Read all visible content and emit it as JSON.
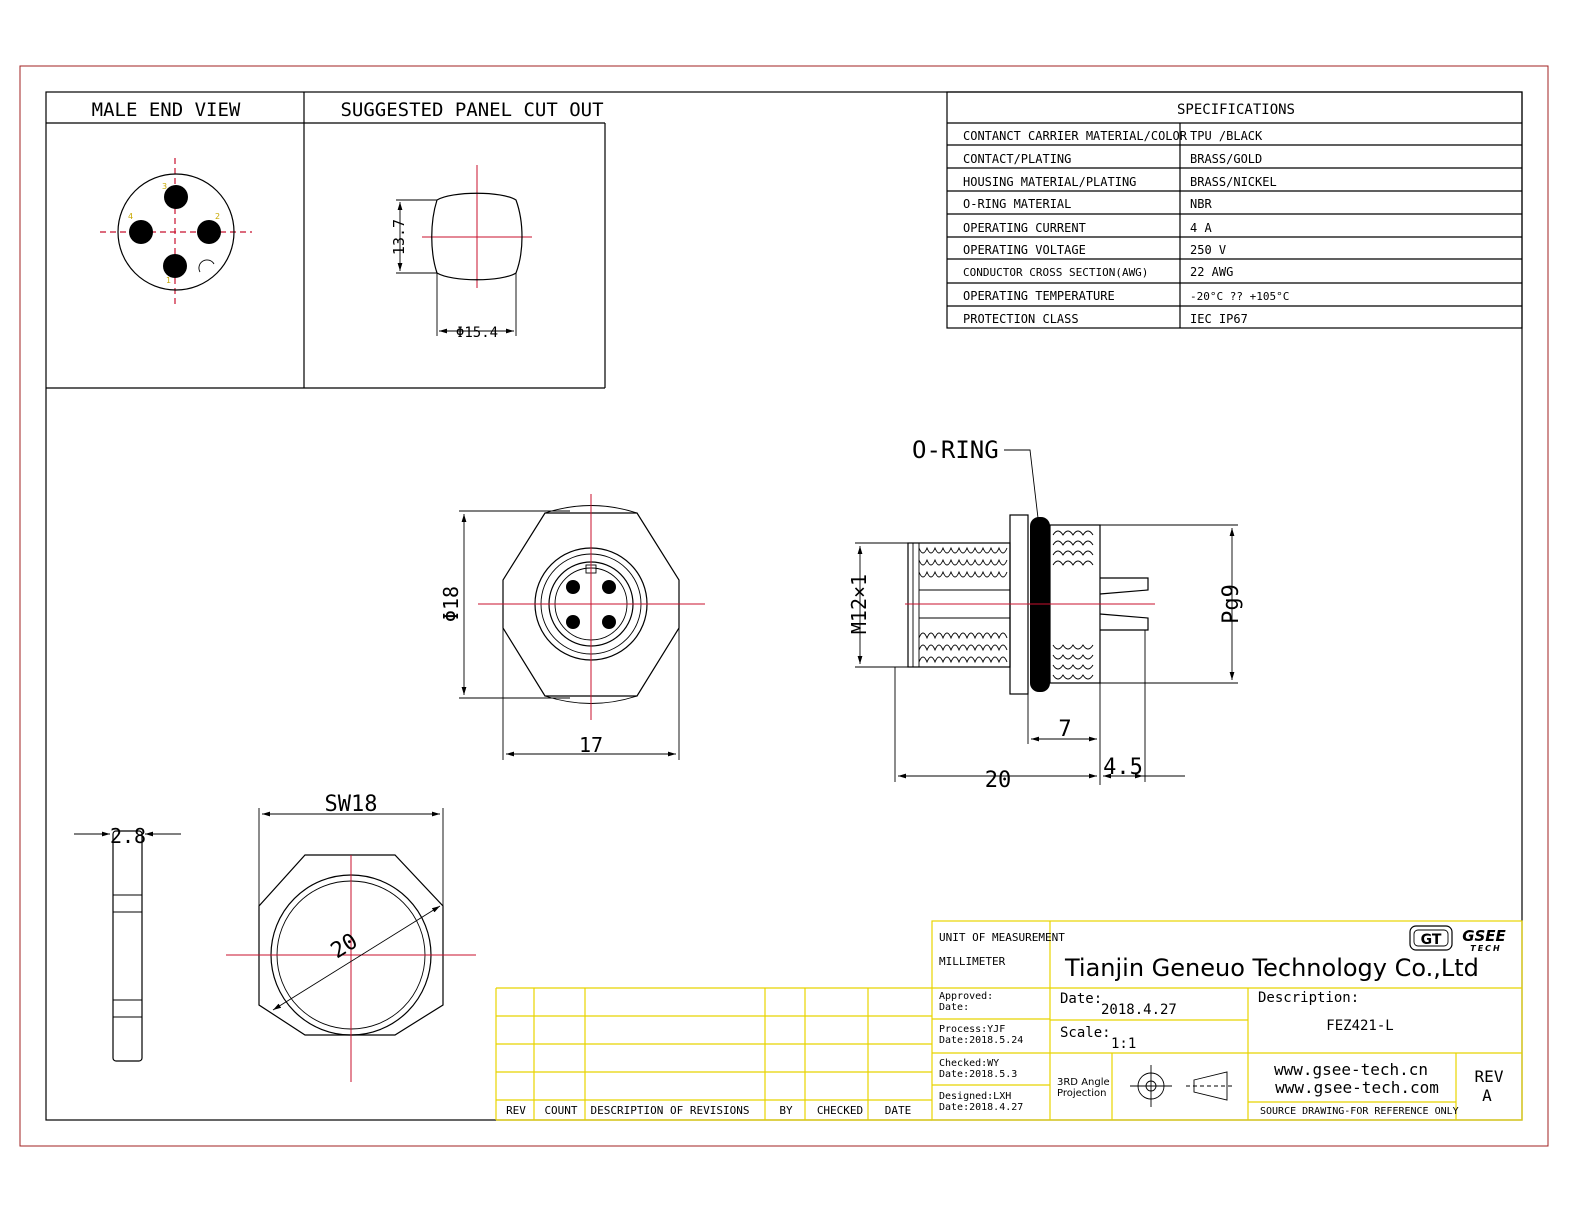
{
  "views": {
    "male_end_view": "MALE END VIEW",
    "panel_cut_out": "SUGGESTED PANEL CUT OUT",
    "panel_height": "13.7",
    "panel_dia": "Φ15.4",
    "pin_numbers": [
      "1",
      "2",
      "3",
      "4"
    ]
  },
  "specifications": {
    "title": "SPECIFICATIONS",
    "rows": [
      {
        "label": "CONTANCT CARRIER MATERIAL/COLOR",
        "value": "TPU /BLACK"
      },
      {
        "label": "CONTACT/PLATING",
        "value": "BRASS/GOLD"
      },
      {
        "label": "HOUSING MATERIAL/PLATING",
        "value": "BRASS/NICKEL"
      },
      {
        "label": "O-RING MATERIAL",
        "value": "NBR"
      },
      {
        "label": "OPERATING CURRENT",
        "value": "4 A"
      },
      {
        "label": "OPERATING VOLTAGE",
        "value": "250 V"
      },
      {
        "label": "CONDUCTOR CROSS SECTION(AWG)",
        "value": "22 AWG"
      },
      {
        "label": "OPERATING TEMPERATURE",
        "value": "-20°C ?? +105°C"
      },
      {
        "label": "PROTECTION CLASS",
        "value": "IEC IP67"
      }
    ]
  },
  "front_view": {
    "dia": "Φ18",
    "width": "17"
  },
  "side_view": {
    "oring": "O-RING",
    "thread": "M12×1",
    "pg": "Pg9",
    "d7": "7",
    "d20": "20",
    "d45": "4.5"
  },
  "nut_views": {
    "thickness": "2.8",
    "sw": "SW18",
    "dia": "20"
  },
  "revision_table": {
    "headers": [
      "REV",
      "COUNT",
      "DESCRIPTION OF REVISIONS",
      "BY",
      "CHECKED",
      "DATE"
    ]
  },
  "title_block": {
    "unit_label": "UNIT OF MEASUREMENT",
    "unit_value": "MILLIMETER",
    "company": "Tianjin Geneuo Technology Co.,Ltd",
    "logo_gt": "GT",
    "logo_word": "GSEE",
    "logo_sub": "TECH",
    "approved": "Approved:",
    "approved_date": "Date:",
    "process": "Process:YJF",
    "process_date": "Date:2018.5.24",
    "checked": "Checked:WY",
    "checked_date": "Date:2018.5.3",
    "designed": "Designed:LXH",
    "designed_date": "Date:2018.4.27",
    "date_label": "Date:",
    "date_value": "2018.4.27",
    "scale_label": "Scale:",
    "scale_value": "1:1",
    "projection_1": "3RD Angle",
    "projection_2": "Projection",
    "description_label": "Description:",
    "description_value": "FEZ421-L",
    "web_1": "www.gsee-tech.cn",
    "web_2": "www.gsee-tech.com",
    "rev_label": "REV",
    "rev_value": "A",
    "source_note": "SOURCE DRAWING-FOR REFERENCE ONLY"
  },
  "colors": {
    "frame": "#a02020",
    "centerline": "#c8102e",
    "title_grid": "#e8d400",
    "ink": "#000000"
  }
}
